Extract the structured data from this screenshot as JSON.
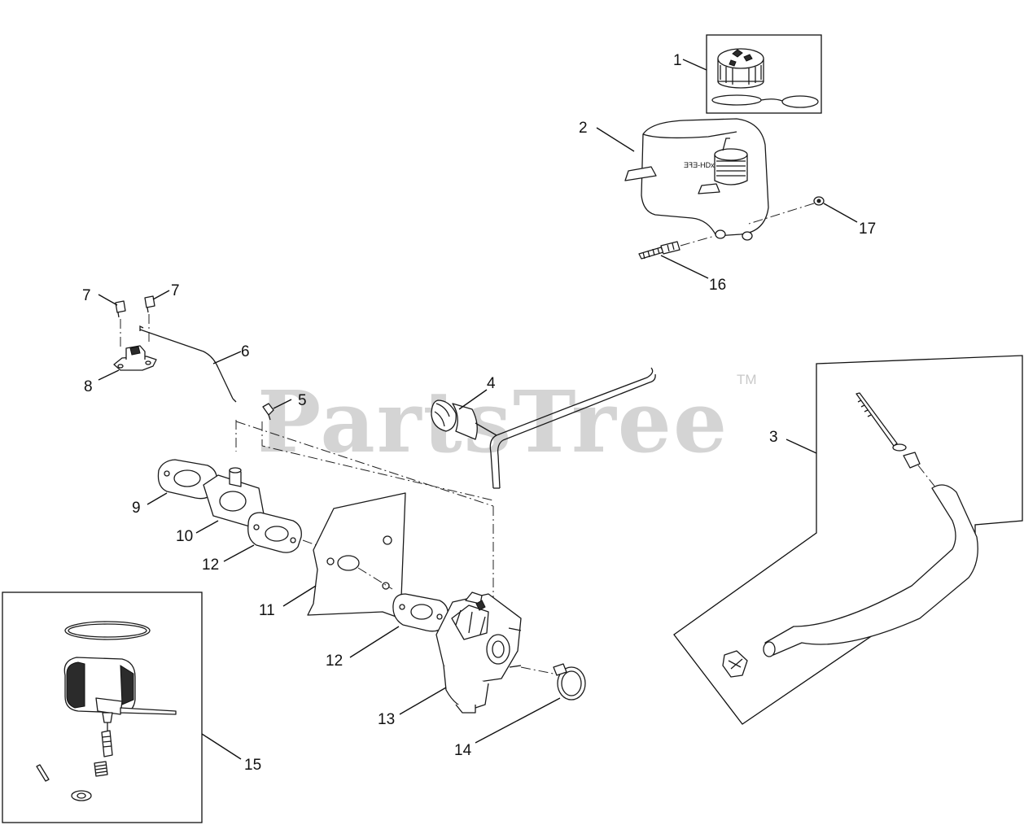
{
  "watermark": {
    "text": "PartsTree",
    "trademark": "TM"
  },
  "callouts": {
    "c1": "1",
    "c2": "2",
    "c3": "3",
    "c4": "4",
    "c5": "5",
    "c6": "6",
    "c7a": "7",
    "c7b": "7",
    "c8": "8",
    "c9": "9",
    "c10": "10",
    "c11": "11",
    "c12a": "12",
    "c12b": "12",
    "c13": "13",
    "c14": "14",
    "c15": "15",
    "c16": "16",
    "c17": "17"
  },
  "tank_label": "ƎꟻƎ-HDx",
  "colors": {
    "watermark": "#d4d4d4",
    "ink": "#111111",
    "background": "#ffffff"
  }
}
